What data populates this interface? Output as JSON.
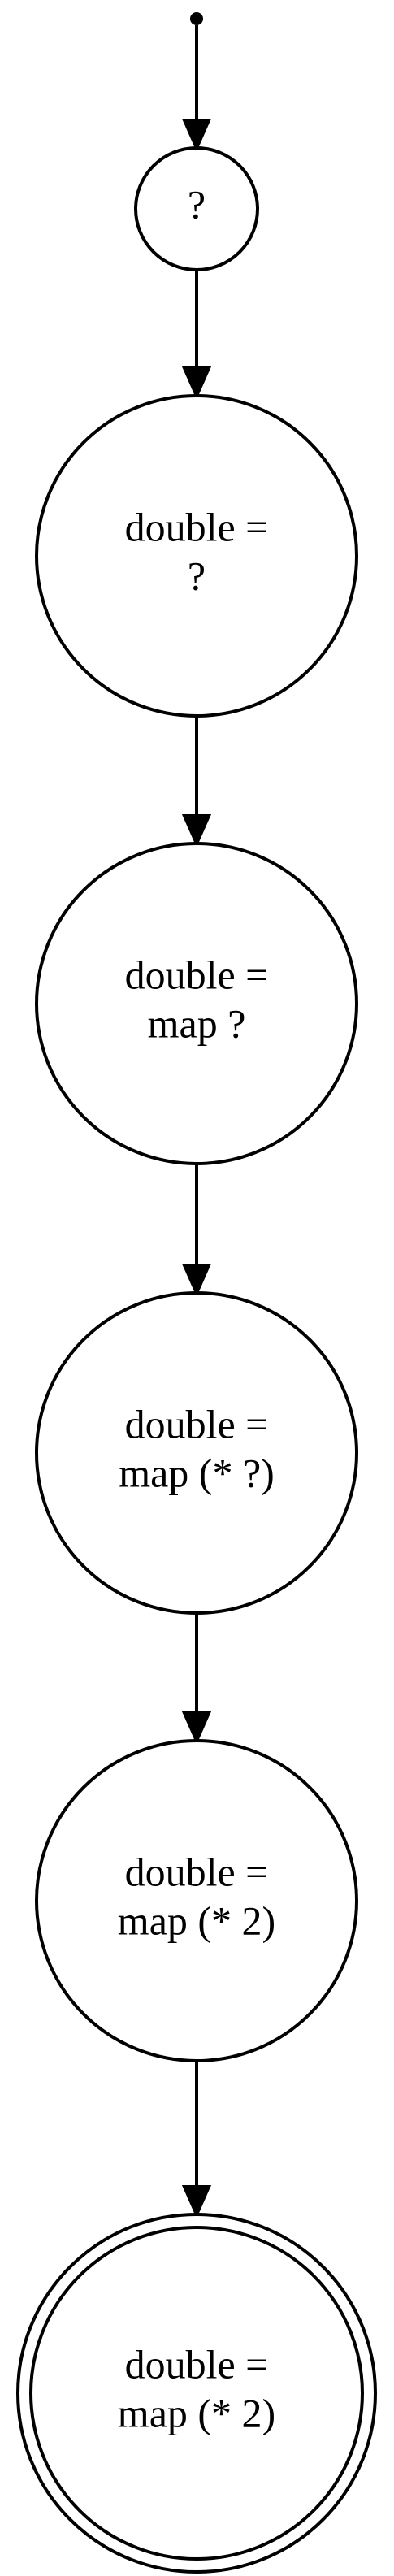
{
  "diagram": {
    "colors": {
      "stroke": "#000000",
      "fill": "#ffffff",
      "text": "#000000"
    },
    "nodes": [
      {
        "id": "start",
        "kind": "start-point"
      },
      {
        "id": "n1",
        "kind": "state",
        "lines": [
          "?"
        ]
      },
      {
        "id": "n2",
        "kind": "state",
        "lines": [
          "double =",
          "?"
        ]
      },
      {
        "id": "n3",
        "kind": "state",
        "lines": [
          "double =",
          "map ?"
        ]
      },
      {
        "id": "n4",
        "kind": "state",
        "lines": [
          "double =",
          "map (* ?)"
        ]
      },
      {
        "id": "n5",
        "kind": "state",
        "lines": [
          "double =",
          "map (* 2)"
        ]
      },
      {
        "id": "n6",
        "kind": "final-state",
        "lines": [
          "double =",
          "map (* 2)"
        ]
      }
    ],
    "edges": [
      {
        "from": "start",
        "to": "n1"
      },
      {
        "from": "n1",
        "to": "n2"
      },
      {
        "from": "n2",
        "to": "n3"
      },
      {
        "from": "n3",
        "to": "n4"
      },
      {
        "from": "n4",
        "to": "n5"
      },
      {
        "from": "n5",
        "to": "n6"
      }
    ]
  }
}
